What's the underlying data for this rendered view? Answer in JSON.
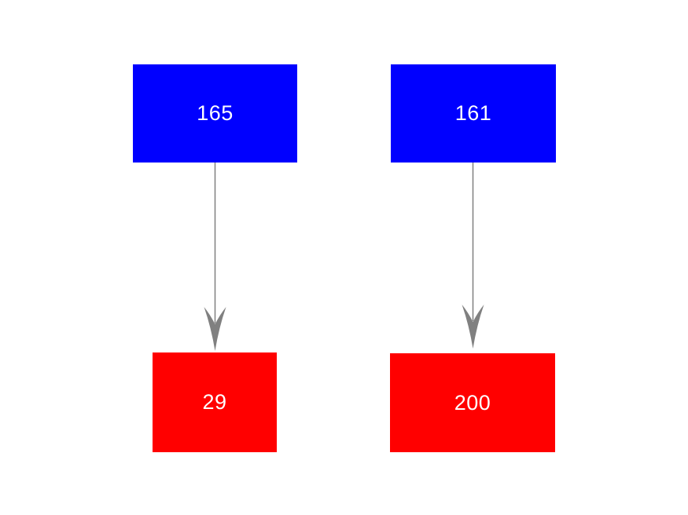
{
  "diagram": {
    "type": "flowchart",
    "background": "#ffffff",
    "arrow_color": "#808080",
    "nodes": [
      {
        "id": "blue-left",
        "label": "165",
        "fill": "#0000ff",
        "text_color": "#ffffff"
      },
      {
        "id": "blue-right",
        "label": "161",
        "fill": "#0000ff",
        "text_color": "#ffffff"
      },
      {
        "id": "red-left",
        "label": "29",
        "fill": "#ff0000",
        "text_color": "#ffffff"
      },
      {
        "id": "red-right",
        "label": "200",
        "fill": "#ff0000",
        "text_color": "#ffffff"
      }
    ],
    "edges": [
      {
        "from": "165",
        "to": "29"
      },
      {
        "from": "161",
        "to": "200"
      }
    ]
  }
}
